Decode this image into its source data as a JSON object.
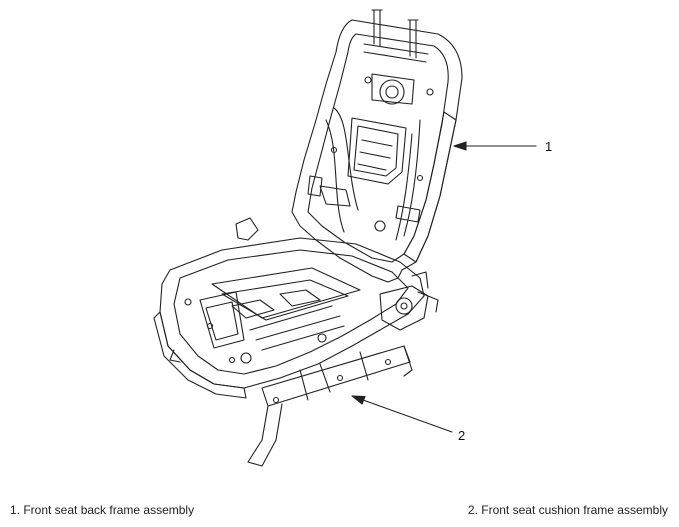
{
  "callouts": [
    {
      "number": "1"
    },
    {
      "number": "2"
    }
  ],
  "legend": [
    {
      "text": "1. Front seat back frame assembly"
    },
    {
      "text": "2. Front seat cushion frame assembly"
    }
  ],
  "colors": {
    "line": "#222222",
    "background": "#ffffff"
  }
}
